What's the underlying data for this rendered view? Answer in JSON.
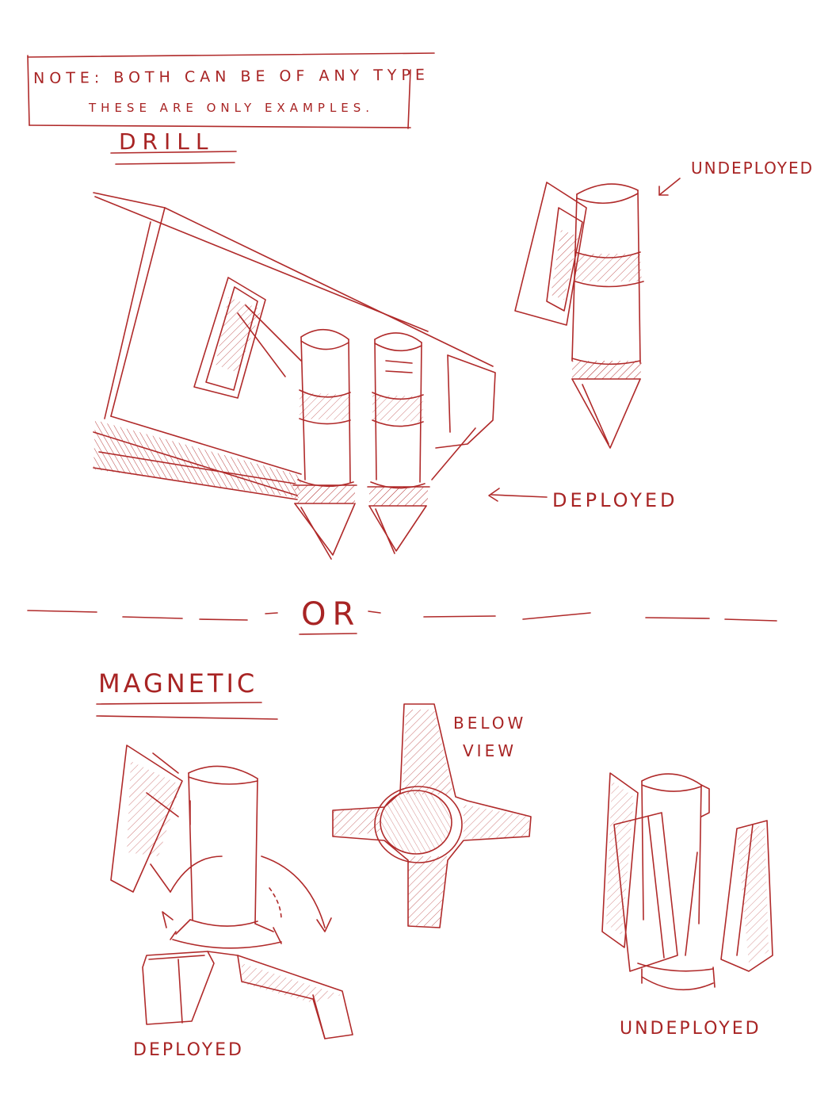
{
  "note": {
    "line1": "Note: Both can be of any type",
    "line2": "These are only examples."
  },
  "drill": {
    "title": "Drill",
    "undeployed_label": "Undeployed",
    "deployed_label": "Deployed"
  },
  "separator": {
    "label": "OR"
  },
  "magnetic": {
    "title": "Magnetic",
    "below_view_label_1": "Below",
    "below_view_label_2": "view",
    "deployed_label": "Deployed",
    "undeployed_label": "Undeployed"
  },
  "colors": {
    "ink": "#b02a2a"
  }
}
